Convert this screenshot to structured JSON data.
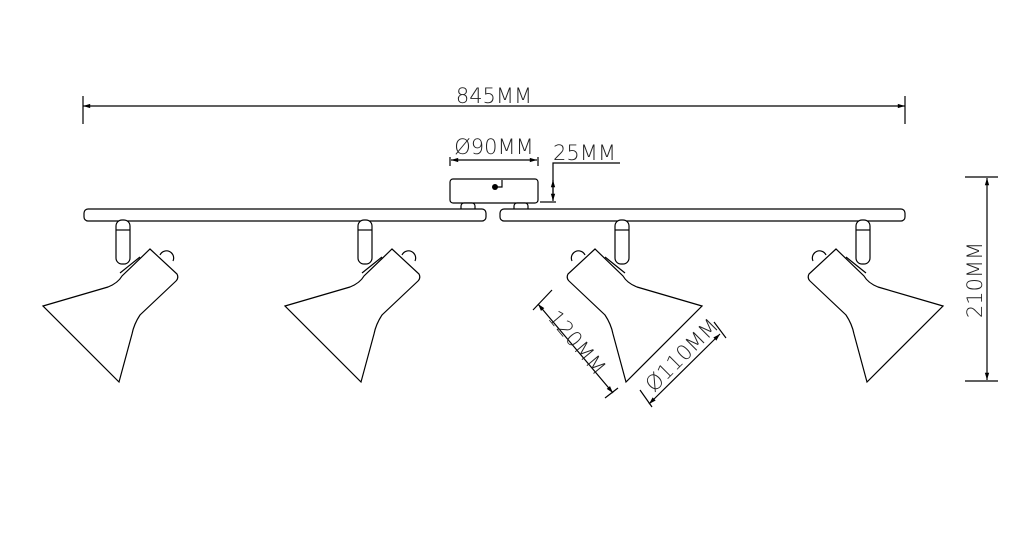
{
  "title": "4-light spotlight bar dimension drawing",
  "dimensions": {
    "overall_length": "845MM",
    "canopy_diameter": "Ø90MM",
    "canopy_height": "25MM",
    "overall_height": "210MM",
    "shade_length": "120MM",
    "shade_diameter": "Ø110MM"
  },
  "lamp_count": 4,
  "line_color": "#000000"
}
